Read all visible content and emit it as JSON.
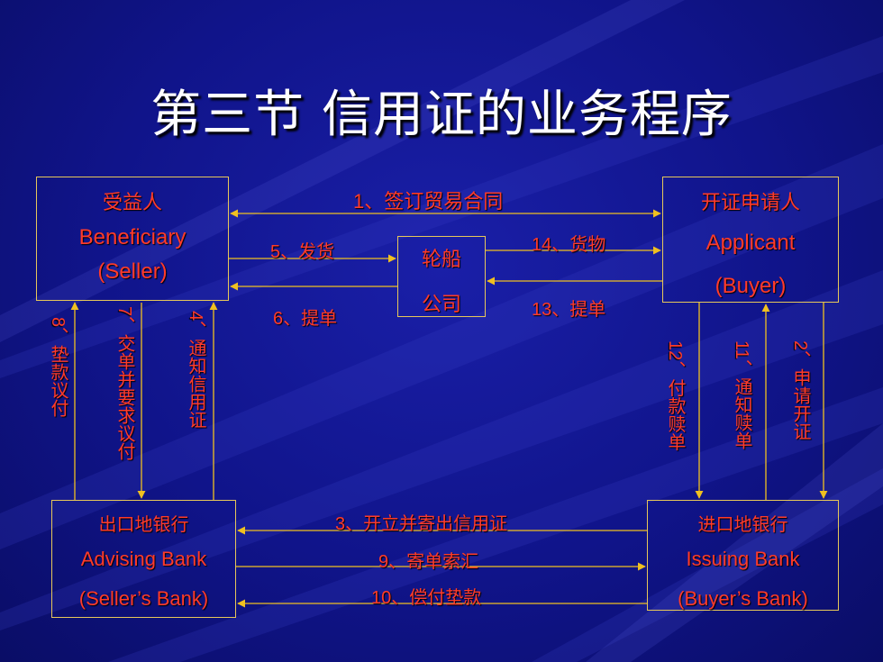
{
  "title": "第三节 信用证的业务程序",
  "colors": {
    "box_border": "#e6c75a",
    "arrow": "#f0c020",
    "text": "#ff3b2a",
    "title": "#ffffff",
    "background": "#10148a"
  },
  "beneficiary": {
    "cn": "受益人",
    "en": "Beneficiary",
    "role": "(Seller)"
  },
  "applicant": {
    "cn": "开证申请人",
    "en": "Applicant",
    "role": "(Buyer)"
  },
  "shipping": {
    "line1": "轮船",
    "line2": "公司"
  },
  "advising": {
    "cn": "出口地银行",
    "en": "Advising Bank",
    "role": "(Seller’s Bank)"
  },
  "issuing": {
    "cn": "进口地银行",
    "en": "Issuing Bank",
    "role": "(Buyer’s Bank)"
  },
  "steps": {
    "s1": "1、签订贸易合同",
    "s2": "2、申请开证",
    "s3": "3、开立并寄出信用证",
    "s4": "4、通知信用证",
    "s5": "5、发货",
    "s6": "6、提单",
    "s7": "7、交单并要求议付",
    "s8": "8、垫款议付",
    "s9": "9、寄单索汇",
    "s10": "10、偿付垫款",
    "s11": "11、通知赎单",
    "s12": "12、付款赎单",
    "s13": "13、提单",
    "s14": "14、货物"
  }
}
